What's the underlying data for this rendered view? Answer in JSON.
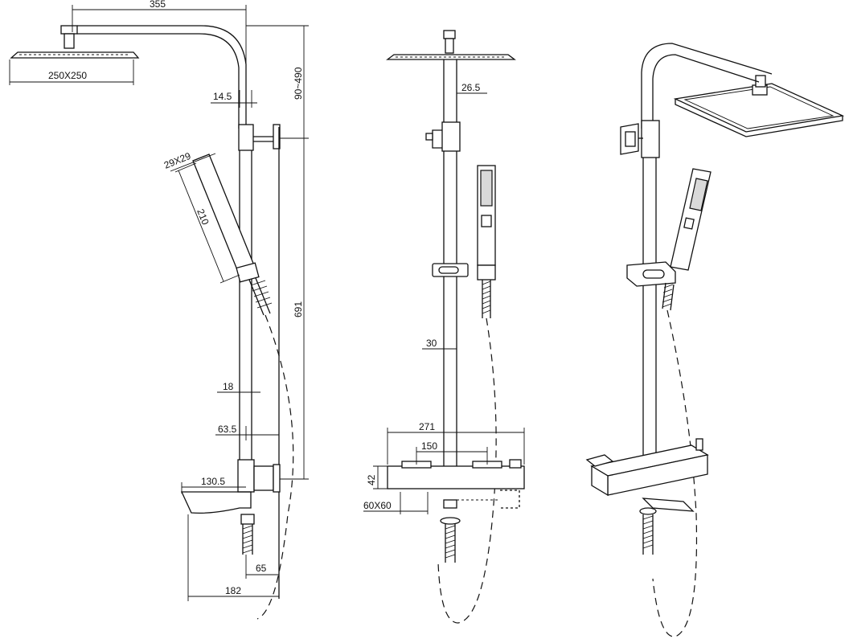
{
  "dimensions": {
    "arm_length": "355",
    "head_size_side": "250X250",
    "rise": "90~490",
    "tube_side": "14.5",
    "handset_section": "29X29",
    "handset_length": "210",
    "height": "691",
    "lower_tube": "18",
    "offset": "63.5",
    "spout_length": "130.5",
    "spout_tip": "65",
    "spout_total": "182",
    "rail_front": "26.5",
    "rail_lower": "30",
    "body_width": "271",
    "valve_spacing": "150",
    "body_height": "42",
    "inlet_size": "60X60"
  }
}
